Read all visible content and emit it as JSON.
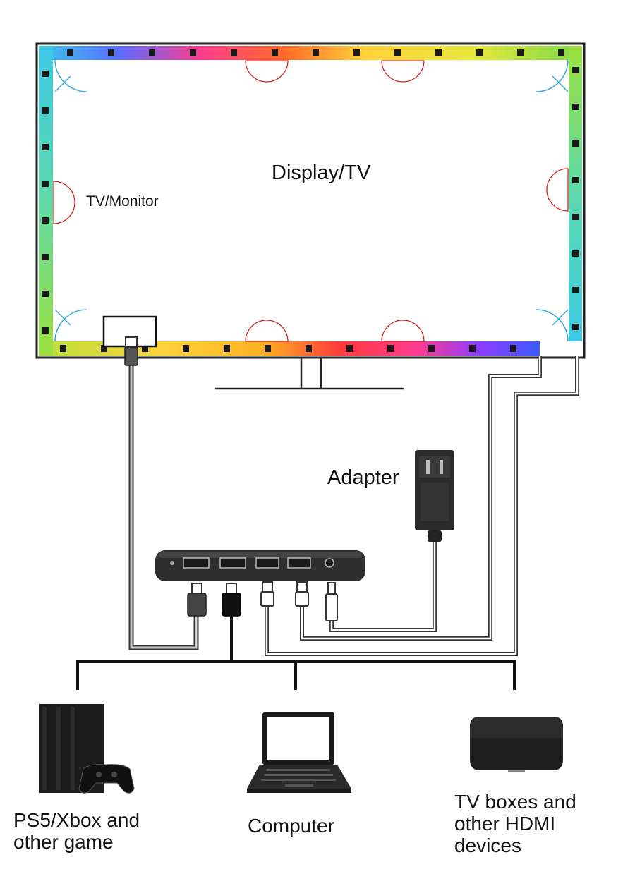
{
  "labels": {
    "display_tv": "Display/TV",
    "tv_monitor": "TV/Monitor",
    "adapter": "Adapter",
    "game_console": "PS5/Xbox and\nother game",
    "computer": "Computer",
    "tv_box": "TV boxes and\nother HDMI\ndevices"
  },
  "colors": {
    "strip_gradient_top": [
      "#3db8ff",
      "#ff3c3c",
      "#ffe03c",
      "#7cd94a"
    ],
    "strip_gradient_bottom": [
      "#d8e83c",
      "#ffb020",
      "#ff3c3c",
      "#5a3cff"
    ],
    "strip_left": [
      "#3cc8d8",
      "#7cd94a"
    ],
    "strip_right": [
      "#7cd94a",
      "#3cc8d8"
    ],
    "cable": "#333333",
    "accent_red": "#d42020",
    "accent_blue": "#3aa8d8"
  },
  "icons": [
    "led-strip",
    "hdmi-sync-box",
    "power-adapter",
    "game-console-icon",
    "laptop-icon",
    "tv-box-icon"
  ]
}
